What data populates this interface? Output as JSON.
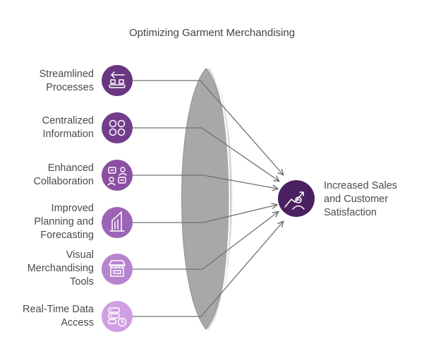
{
  "title": "Optimizing Garment Merchandising",
  "inputs": [
    {
      "lines": [
        "Streamlined",
        "Processes"
      ],
      "icon": "conveyor-icon",
      "color": "#6a3680"
    },
    {
      "lines": [
        "Centralized",
        "Information"
      ],
      "icon": "circles-grid-icon",
      "color": "#733d8c"
    },
    {
      "lines": [
        "Enhanced",
        "Collaboration"
      ],
      "icon": "collaboration-icon",
      "color": "#8a4fa3"
    },
    {
      "lines": [
        "Improved",
        "Planning and",
        "Forecasting"
      ],
      "icon": "building-chart-icon",
      "color": "#9c64b6"
    },
    {
      "lines": [
        "Visual",
        "Merchandising",
        "Tools"
      ],
      "icon": "storefront-icon",
      "color": "#b683cf"
    },
    {
      "lines": [
        "Real-Time Data",
        "Access"
      ],
      "icon": "server-clock-icon",
      "color": "#cf9fe3"
    }
  ],
  "outcome": {
    "lines": [
      "Increased Sales",
      "and Customer",
      "Satisfaction"
    ],
    "icon": "growth-person-icon",
    "color": "#4a2060"
  },
  "colors": {
    "lens": "#a8a8a8",
    "lens_edge": "#8f8f8f",
    "arrow": "#707070"
  }
}
